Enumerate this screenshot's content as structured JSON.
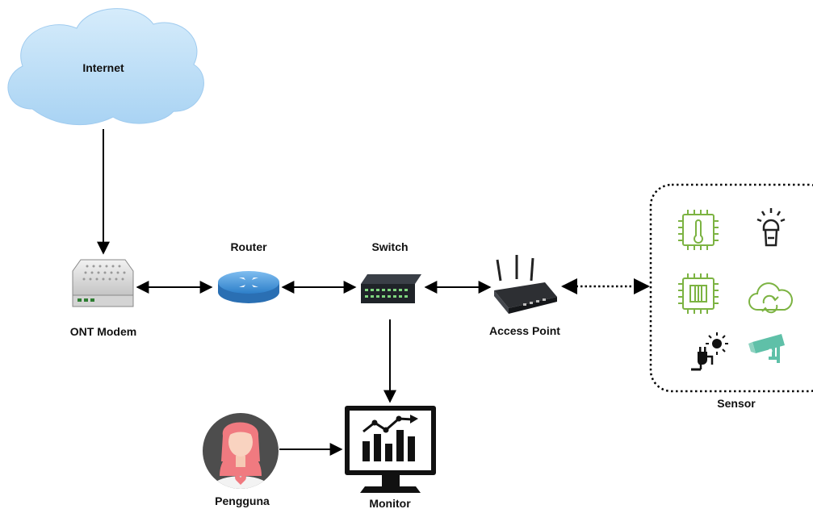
{
  "labels": {
    "internet": "Internet",
    "ont_modem": "ONT Modem",
    "router": "Router",
    "switch": "Switch",
    "access_point": "Access Point",
    "sensor": "Sensor",
    "monitor": "Monitor",
    "pengguna": "Pengguna"
  },
  "colors": {
    "cloud": "#bfe0f8",
    "router": "#3d8fd8",
    "sensor_green": "#7cb342",
    "camera_teal": "#5fc0a8",
    "dark": "#222222"
  },
  "icons": [
    "cloud-icon",
    "modem-icon",
    "router-icon",
    "switch-icon",
    "access-point-icon",
    "temperature-chip-icon",
    "lamp-icon",
    "chip-icon",
    "cloud-sync-icon",
    "power-plug-icon",
    "cctv-icon",
    "monitor-chart-icon",
    "user-avatar-icon"
  ]
}
